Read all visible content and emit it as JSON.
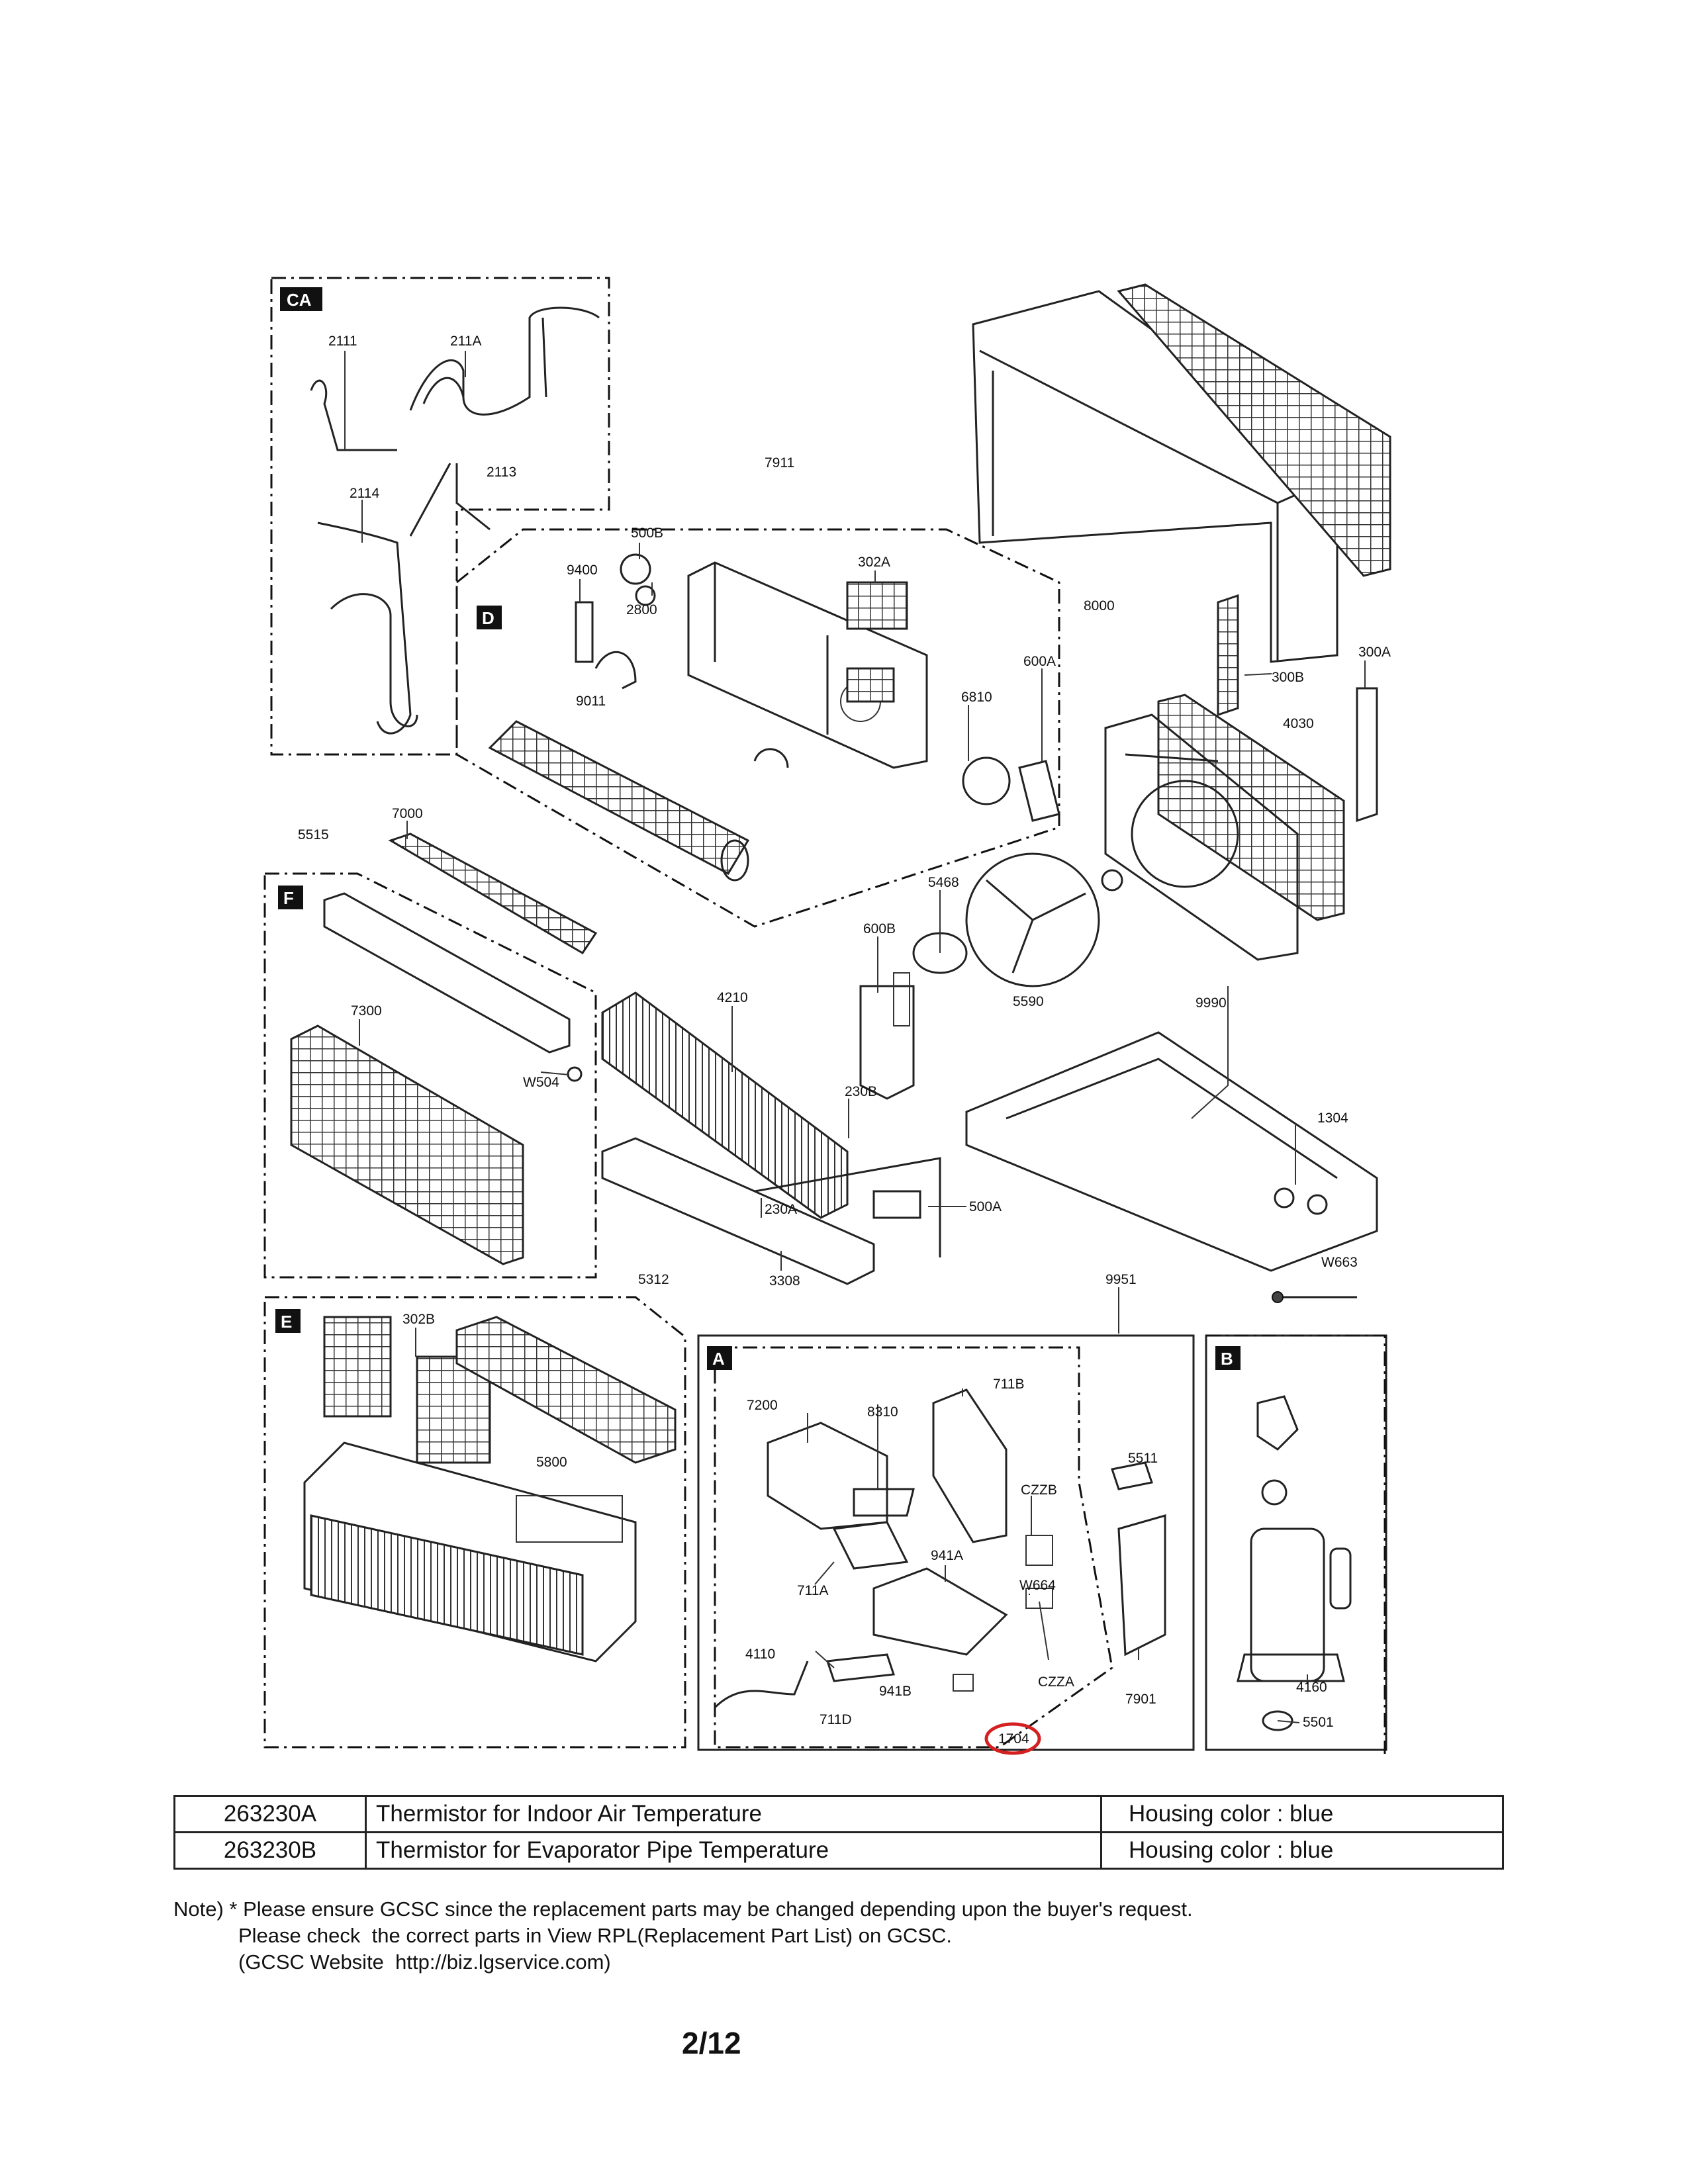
{
  "diagram": {
    "box_tags": {
      "CA": "CA",
      "D": "D",
      "F": "F",
      "E": "E",
      "A": "A",
      "B": "B"
    },
    "part_numbers": {
      "p2111": "2111",
      "p211A": "211A",
      "p2113": "2113",
      "p2114": "2114",
      "p7911": "7911",
      "p500B": "500B",
      "p9400": "9400",
      "p2800": "2800",
      "p302A": "302A",
      "p8000": "8000",
      "p600A": "600A",
      "p6810": "6810",
      "p9011": "9011",
      "p300A": "300A",
      "p300B": "300B",
      "p4030": "4030",
      "p7000": "7000",
      "p5515": "5515",
      "p5468": "5468",
      "p600B": "600B",
      "p5590": "5590",
      "p9990": "9990",
      "p4210": "4210",
      "p7300": "7300",
      "pW504": "W504",
      "p230B": "230B",
      "p1304": "1304",
      "p230A": "230A",
      "p500A": "500A",
      "p3308": "3308",
      "pW663": "W663",
      "p5312": "5312",
      "p9951": "9951",
      "p302B": "302B",
      "p711B": "711B",
      "p7200": "7200",
      "p8310": "8310",
      "p5511": "5511",
      "p5800": "5800",
      "pCZZB": "CZZB",
      "p941A": "941A",
      "p711A": "711A",
      "pW664": "W664",
      "p4110": "4110",
      "pCZZA": "CZZA",
      "p7901": "7901",
      "p941B": "941B",
      "p711D": "711D",
      "p1704": "1704",
      "p4160": "4160",
      "p5501": "5501"
    },
    "highlight_color": "#d42020"
  },
  "parts_table": {
    "rows": [
      {
        "code": "263230A",
        "description": "Thermistor for Indoor Air Temperature",
        "housing": "Housing color : blue"
      },
      {
        "code": "263230B",
        "description": "Thermistor for Evaporator Pipe Temperature",
        "housing": "Housing color : blue"
      }
    ]
  },
  "note": {
    "line1": "Note) * Please ensure GCSC since the replacement parts may be changed depending upon the buyer's request.",
    "line2": "Please check  the correct parts in View RPL(Replacement Part List) on GCSC.",
    "line3": "(GCSC Website  http://biz.lgservice.com)"
  },
  "page": "2/12"
}
